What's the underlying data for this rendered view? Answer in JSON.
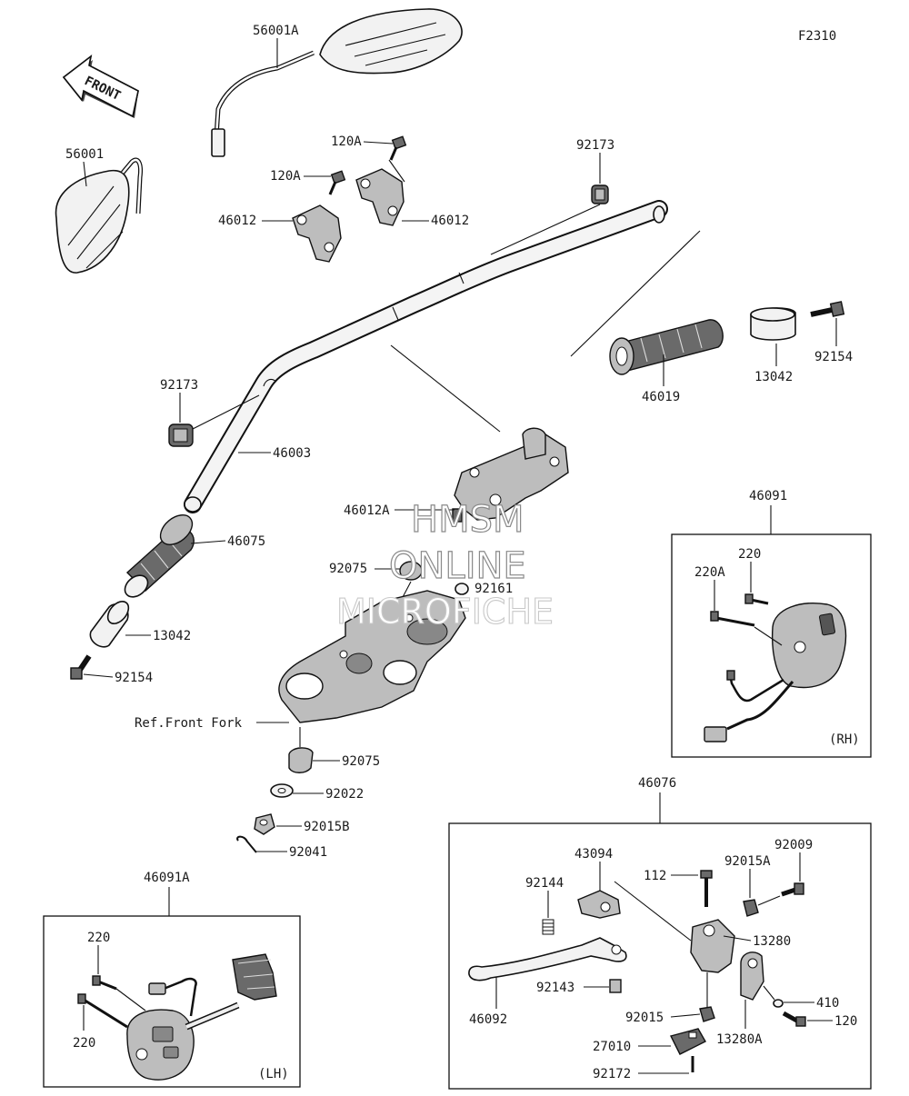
{
  "figure_code": "F2310",
  "front_arrow": "FRONT",
  "ref_label": "Ref.Front Fork",
  "watermark": [
    "HMSM",
    "ONLINE",
    "MICROFICHE"
  ],
  "labels": {
    "p56001A": "56001A",
    "p56001": "56001",
    "p120A_1": "120A",
    "p120A_2": "120A",
    "p46012_l": "46012",
    "p46012_r": "46012",
    "p92173_t": "92173",
    "p92173_l": "92173",
    "p46003": "46003",
    "p46019": "46019",
    "p13042_r": "13042",
    "p92154_r": "92154",
    "p46012A": "46012A",
    "p46075": "46075",
    "p92075_t": "92075",
    "p92161": "92161",
    "p13042_l": "13042",
    "p92154_l": "92154",
    "p92075_b": "92075",
    "p92022": "92022",
    "p92015B": "92015B",
    "p92041": "92041",
    "p46091": "46091",
    "p220_rh": "220",
    "p220A_rh": "220A",
    "rh": "(RH)",
    "p46076": "46076",
    "p43094": "43094",
    "p112": "112",
    "p92015A": "92015A",
    "p92009": "92009",
    "p92144": "92144",
    "p13280": "13280",
    "p92143": "92143",
    "p46092": "46092",
    "p92015": "92015",
    "p410": "410",
    "p120": "120",
    "p13280A": "13280A",
    "p27010": "27010",
    "p92172": "92172",
    "p46091A": "46091A",
    "p220_lh_t": "220",
    "p220_lh_b": "220",
    "lh": "(LH)"
  }
}
